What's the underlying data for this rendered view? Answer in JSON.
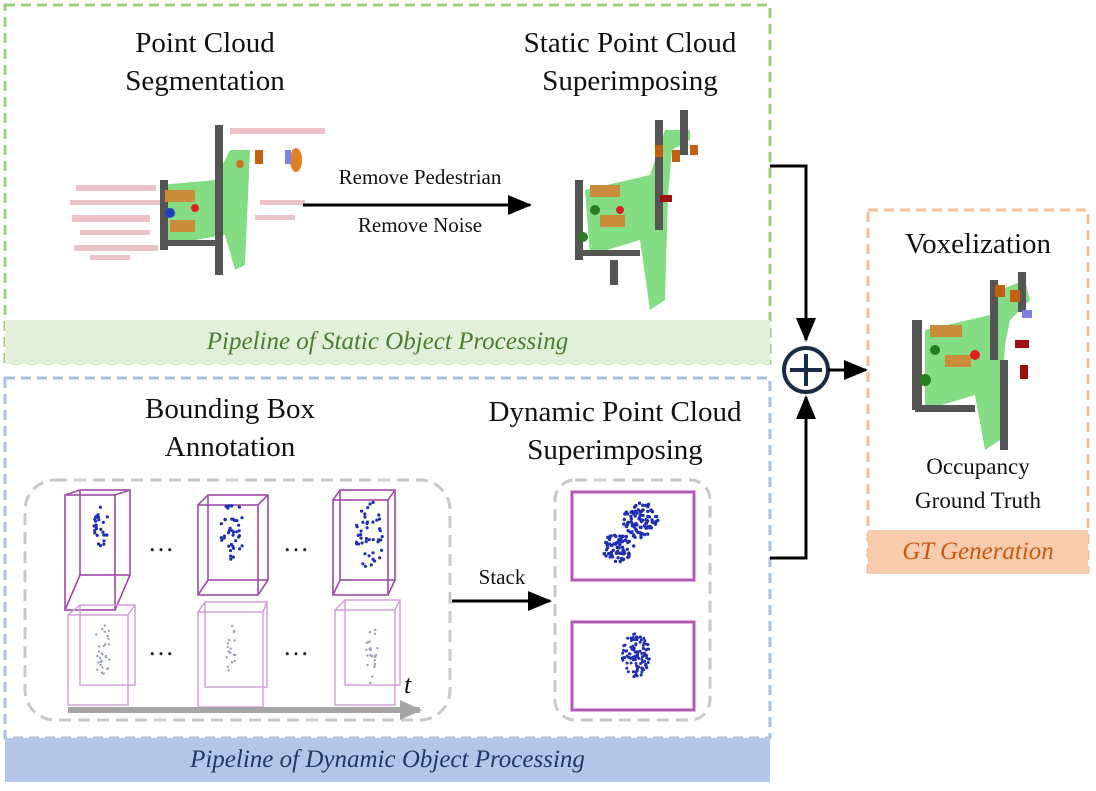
{
  "static_panel": {
    "title_left_line1": "Point Cloud",
    "title_left_line2": "Segmentation",
    "title_right_line1": "Static Point Cloud",
    "title_right_line2": "Superimposing",
    "arrow_label_top": "Remove Pedestrian",
    "arrow_label_bottom": "Remove Noise",
    "caption": "Pipeline  of  Static Object Processing"
  },
  "dynamic_panel": {
    "title_left_line1": "Bounding Box",
    "title_left_line2": "Annotation",
    "title_right_line1": "Dynamic Point Cloud",
    "title_right_line2": "Superimposing",
    "ellipsis": "…",
    "time_label": "t",
    "stack_label": "Stack",
    "caption": "Pipeline  of  Dynamic Object Processing"
  },
  "gt_panel": {
    "title": "Voxelization",
    "output_line1": "Occupancy",
    "output_line2": "Ground Truth",
    "caption": "GT Generation"
  },
  "colors": {
    "static_border": "#9ccf7c",
    "static_caption_bg": "#e3f0d9",
    "static_caption_text": "#4b7c33",
    "dynamic_border": "#a9bfe0",
    "dynamic_caption_bg": "#b4c6e7",
    "dynamic_caption_text": "#1f3864",
    "gt_border": "#f4c09a",
    "gt_caption_bg": "#f8cbad",
    "gt_caption_text": "#c55a11",
    "box_purple": "#a04aa8",
    "point_blue": "#1f2fb0",
    "floor_green": "#84dd84"
  }
}
